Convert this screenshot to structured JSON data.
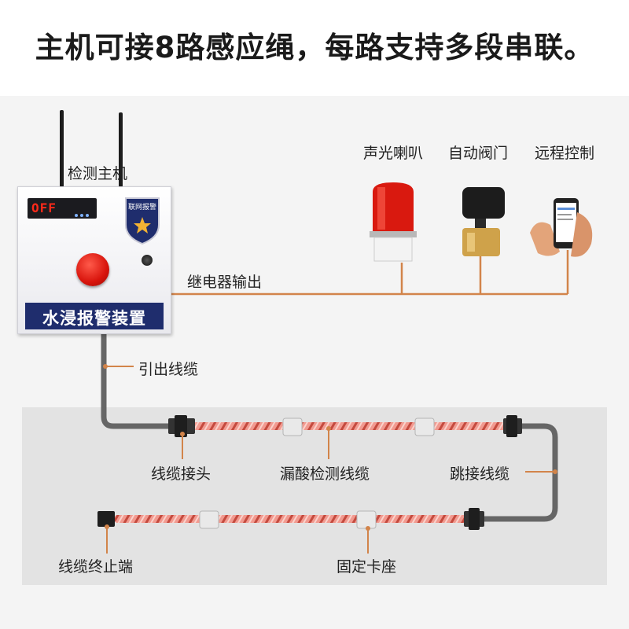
{
  "headline": "主机可接8路感应绳，每路支持多段串联。",
  "host": {
    "label": "检测主机",
    "display": "OFF",
    "badge_text": "联网报警",
    "nameplate": "水浸报警装置"
  },
  "outputs": {
    "relay_label": "继电器输出",
    "items": [
      {
        "label": "声光喇叭",
        "icon": "siren-icon"
      },
      {
        "label": "自动阀门",
        "icon": "valve-icon"
      },
      {
        "label": "远程控制",
        "icon": "phone-icon"
      }
    ]
  },
  "cable": {
    "lead_out": "引出线缆",
    "connector": "线缆接头",
    "sensing": "漏酸检测线缆",
    "jumper": "跳接线缆",
    "terminator": "线缆终止端",
    "clip": "固定卡座"
  },
  "colors": {
    "relay_line": "#d2844a",
    "nameplate": "#1f2d6d",
    "cable_pink": "#ee8f86",
    "cable_gray": "#666666",
    "siren_red": "#d9190f"
  }
}
